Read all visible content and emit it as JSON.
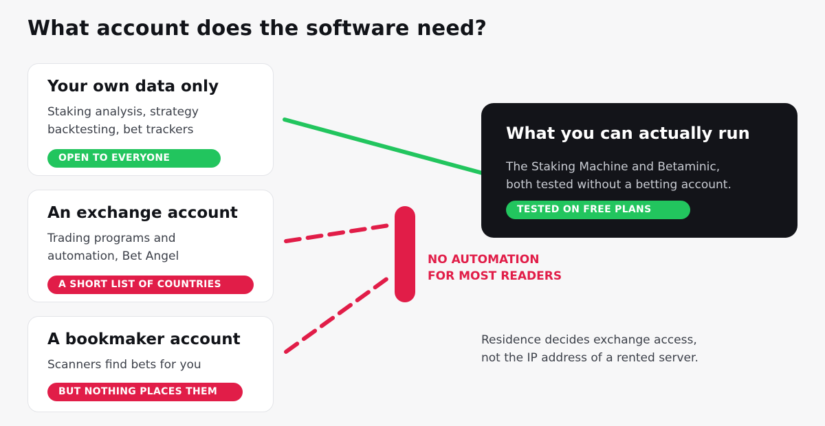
{
  "title": "What account does the software need?",
  "cards": [
    {
      "heading": "Your own data only",
      "lines": [
        "Staking analysis, strategy",
        "backtesting, bet trackers"
      ],
      "badge": "OPEN TO EVERYONE",
      "badge_color": "#22c55e"
    },
    {
      "heading": "An exchange account",
      "lines": [
        "Trading programs and",
        "automation, Bet Angel"
      ],
      "badge": "A SHORT LIST OF COUNTRIES",
      "badge_color": "#e11d48"
    },
    {
      "heading": "A bookmaker account",
      "lines": [
        "Scanners find bets for you"
      ],
      "badge": "BUT NOTHING PLACES THEM",
      "badge_color": "#e11d48"
    }
  ],
  "result": {
    "heading": "What you can actually run",
    "lines": [
      "The Staking Machine and Betaminic,",
      "both tested without a betting account."
    ],
    "badge": "TESTED ON FREE PLANS",
    "badge_color": "#22c55e"
  },
  "blocked": {
    "lines": [
      "NO AUTOMATION",
      "FOR MOST READERS"
    ],
    "color": "#e11d48"
  },
  "footnote": {
    "lines": [
      "Residence decides exchange access,",
      "not the IP address of a rented server."
    ]
  },
  "colors": {
    "allowed": "#22c55e",
    "blocked": "#e11d48",
    "dark_panel": "#131419"
  }
}
